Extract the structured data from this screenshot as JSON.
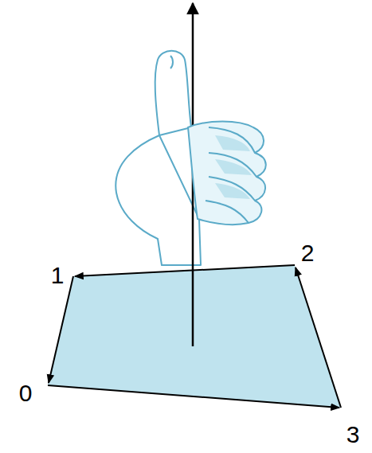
{
  "diagram": {
    "labels": [
      "1",
      "2",
      "0",
      "3"
    ]
  }
}
